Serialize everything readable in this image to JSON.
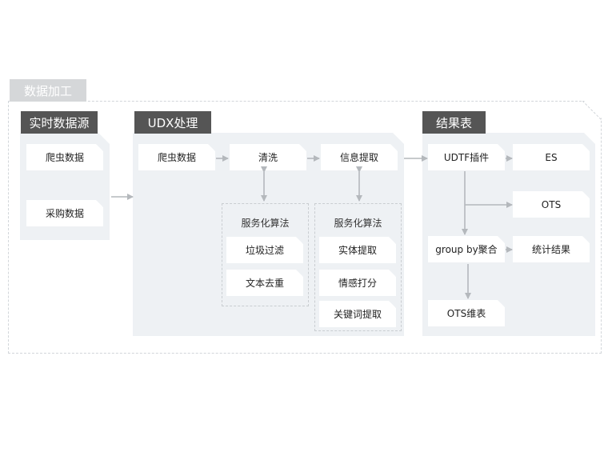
{
  "diagram": {
    "outer_title": "数据加工",
    "sections": {
      "source": {
        "title": "实时数据源",
        "items": [
          "爬虫数据",
          "采购数据"
        ]
      },
      "udx": {
        "title": "UDX处理",
        "pipeline": [
          "爬虫数据",
          "清洗",
          "信息提取"
        ],
        "group_left": {
          "title": "服务化算法",
          "items": [
            "垃圾过滤",
            "文本去重"
          ]
        },
        "group_right": {
          "title": "服务化算法",
          "items": [
            "实体提取",
            "情感打分",
            "关键词提取"
          ]
        }
      },
      "result": {
        "title": "结果表",
        "nodes": {
          "udtf": "UDTF插件",
          "es": "ES",
          "ots": "OTS",
          "group_by": "group by聚合",
          "stats": "统计结果",
          "ots_dim": "OTS维表"
        }
      }
    },
    "colors": {
      "title_dark": "#555555",
      "title_light": "#d5d7d9",
      "panel": "#eef1f4",
      "arrow": "#b4b8bc"
    }
  }
}
